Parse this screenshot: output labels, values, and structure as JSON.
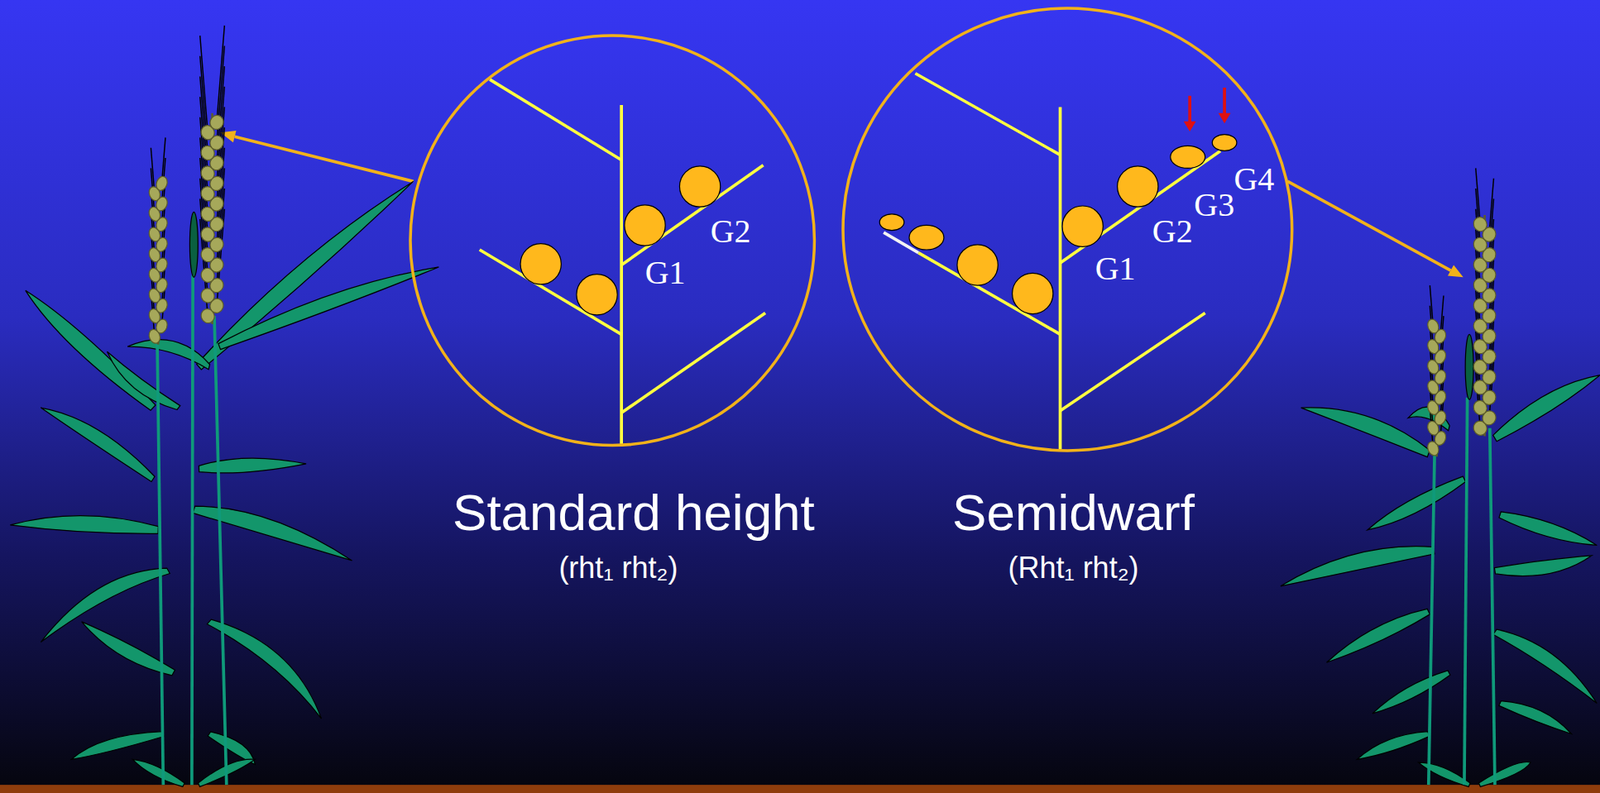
{
  "diagram": {
    "nodes": [
      {
        "text": [
          "G1",
          "G2"
        ]
      },
      {
        "text": [
          "G1",
          "G2",
          "G3",
          "G4"
        ]
      }
    ],
    "labels": [
      "Standard height",
      "(rht₁ rht₂)",
      "Semidwarf",
      "(Rht₁ rht₂)"
    ]
  }
}
